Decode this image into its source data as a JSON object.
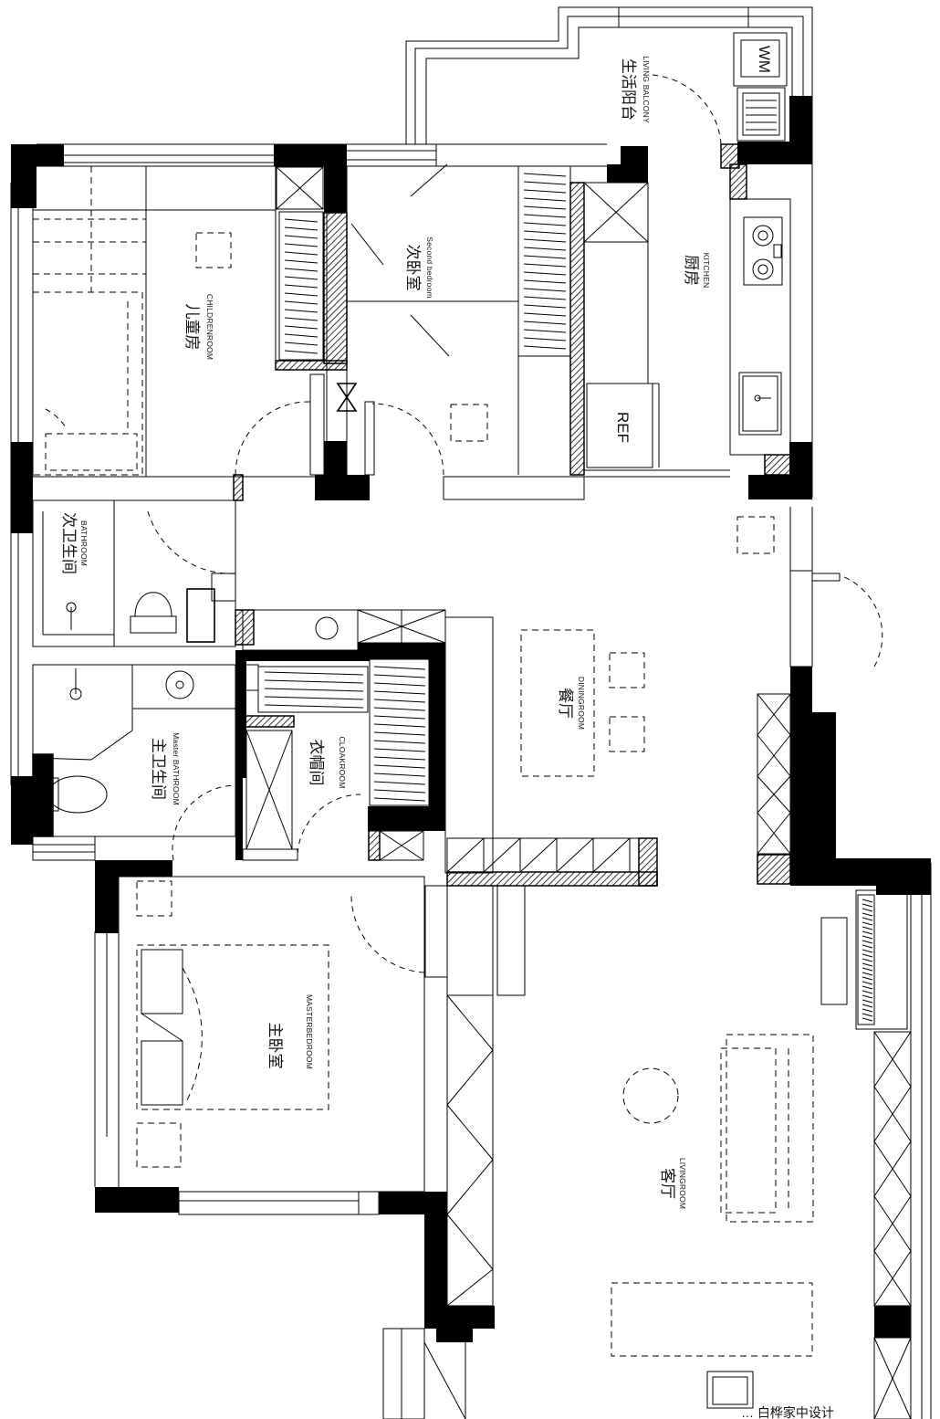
{
  "rooms": {
    "living_balcony": {
      "zh": "生活阳台",
      "en": "LIVING BALCONY"
    },
    "kitchen": {
      "zh": "厨房",
      "en": "KITCHEN"
    },
    "second_bedroom": {
      "zh": "次卧室",
      "en": "Second bedroom"
    },
    "children_room": {
      "zh": "儿童房",
      "en": "CHILDRENROOM"
    },
    "bathroom": {
      "zh": "次卫生间",
      "en": "BATHROOM"
    },
    "master_bathroom": {
      "zh": "主卫生间",
      "en": "Master BATHROOM"
    },
    "cloakroom": {
      "zh": "衣帽间",
      "en": "CLOAKROOM"
    },
    "dining_room": {
      "zh": "餐厅",
      "en": "DININGROOM"
    },
    "master_bedroom": {
      "zh": "主卧室",
      "en": "MASTERBEDROOM"
    },
    "living_room": {
      "zh": "客厅",
      "en": "LIVINGROOM"
    }
  },
  "appliances": {
    "fridge_label": "REF",
    "washer_label": "WM"
  },
  "watermark": "… 白桦家中设计"
}
